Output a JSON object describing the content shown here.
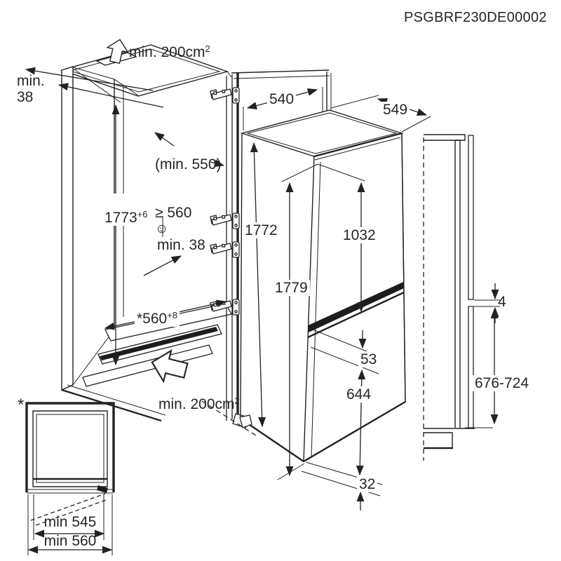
{
  "drawing": {
    "part_number": "PSGBRF230DE00002",
    "top_clearance": {
      "vent": "min. 200cm",
      "vent_sup": "2",
      "gap": "min.\n38"
    },
    "niche": {
      "height": "1773",
      "height_sup": "+6",
      "depth_note_line1": "(min. 550)",
      "depth_note_line2": "≥ 560",
      "depth_note_icon": "☺",
      "side_gap": "min. 38",
      "floor_depth": "*560",
      "floor_depth_sup": "+8",
      "bottom_vent": "min. 200cm",
      "bottom_vent_sup": "2"
    },
    "appliance": {
      "width": "540",
      "depth": "549",
      "body_height": "1772",
      "overall_height": "1779",
      "fridge_door_height": "1032",
      "door_gap": "53",
      "freezer_door_height": "644",
      "bottom_offset": "32"
    },
    "side_view": {
      "door_gap": "4",
      "lower_panel_range": "676-724"
    },
    "top_view": {
      "footnote_mark": "*",
      "inner_width": "min 545",
      "outer_width": "min 560"
    },
    "colors": {
      "line": "#222222",
      "text": "#262626",
      "background": "#ffffff"
    }
  }
}
